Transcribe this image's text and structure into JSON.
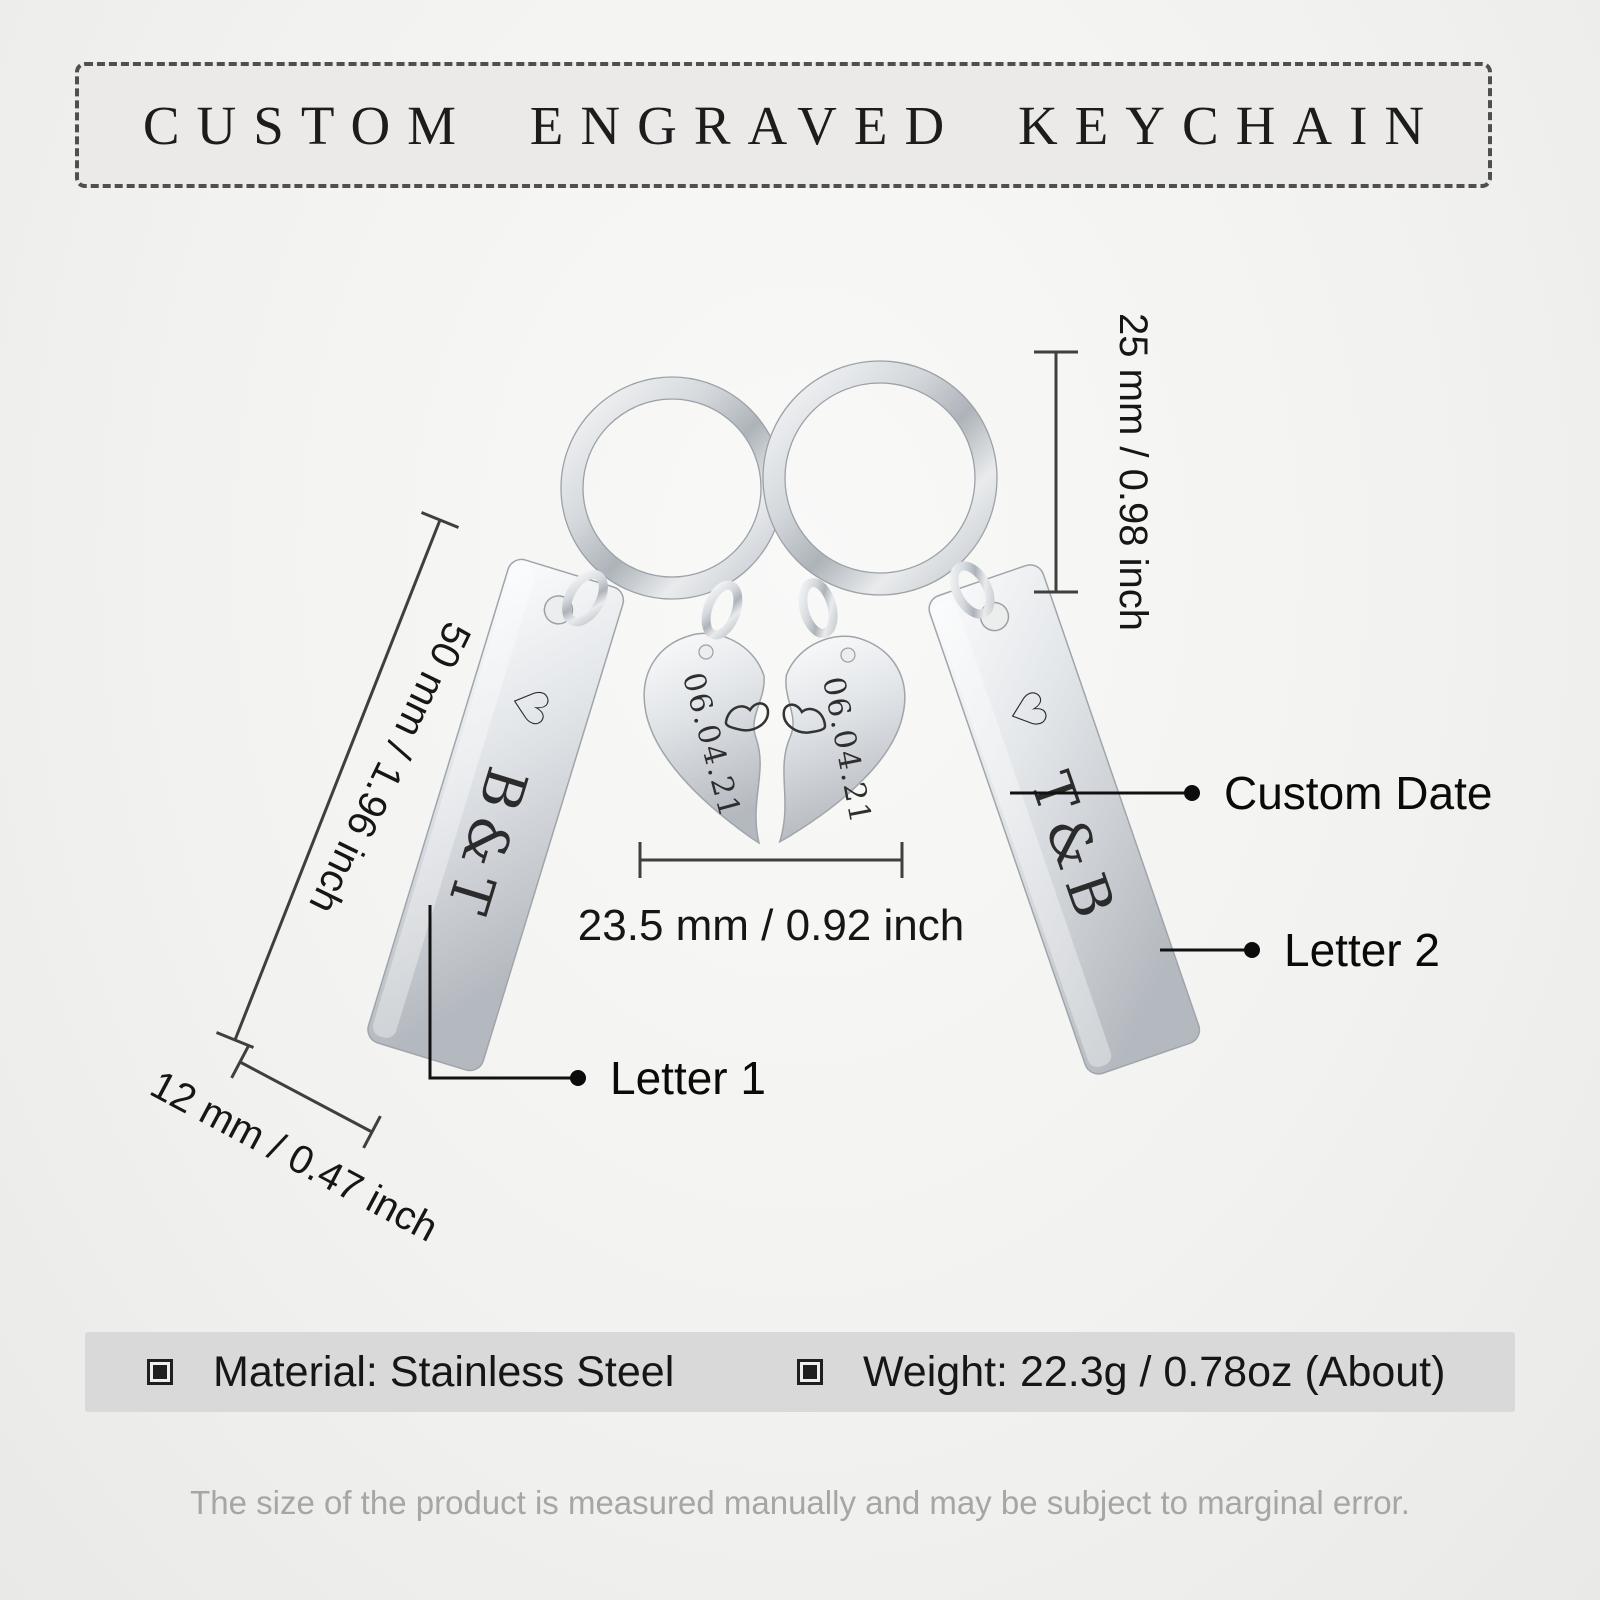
{
  "title": "CUSTOM ENGRAVED KEYCHAIN",
  "product": {
    "left_tag": {
      "symbol": "♡",
      "letters": "B&T"
    },
    "right_tag": {
      "symbol": "♡",
      "letters": "T&B"
    },
    "heart": {
      "left_date": "06.04.21",
      "right_date": "06.04.21"
    }
  },
  "dimensions": {
    "ring": "25 mm / 0.98 inch",
    "tag_length": "50 mm / 1.96 inch",
    "tag_width": "12 mm / 0.47 inch",
    "heart_width": "23.5 mm / 0.92 inch"
  },
  "callouts": {
    "custom_date": "Custom Date",
    "letter_1": "Letter 1",
    "letter_2": "Letter 2"
  },
  "specs": {
    "material": "Material: Stainless Steel",
    "weight": "Weight: 22.3g / 0.78oz (About)"
  },
  "footer": "The size of the product is measured manually and may be subject to marginal error."
}
